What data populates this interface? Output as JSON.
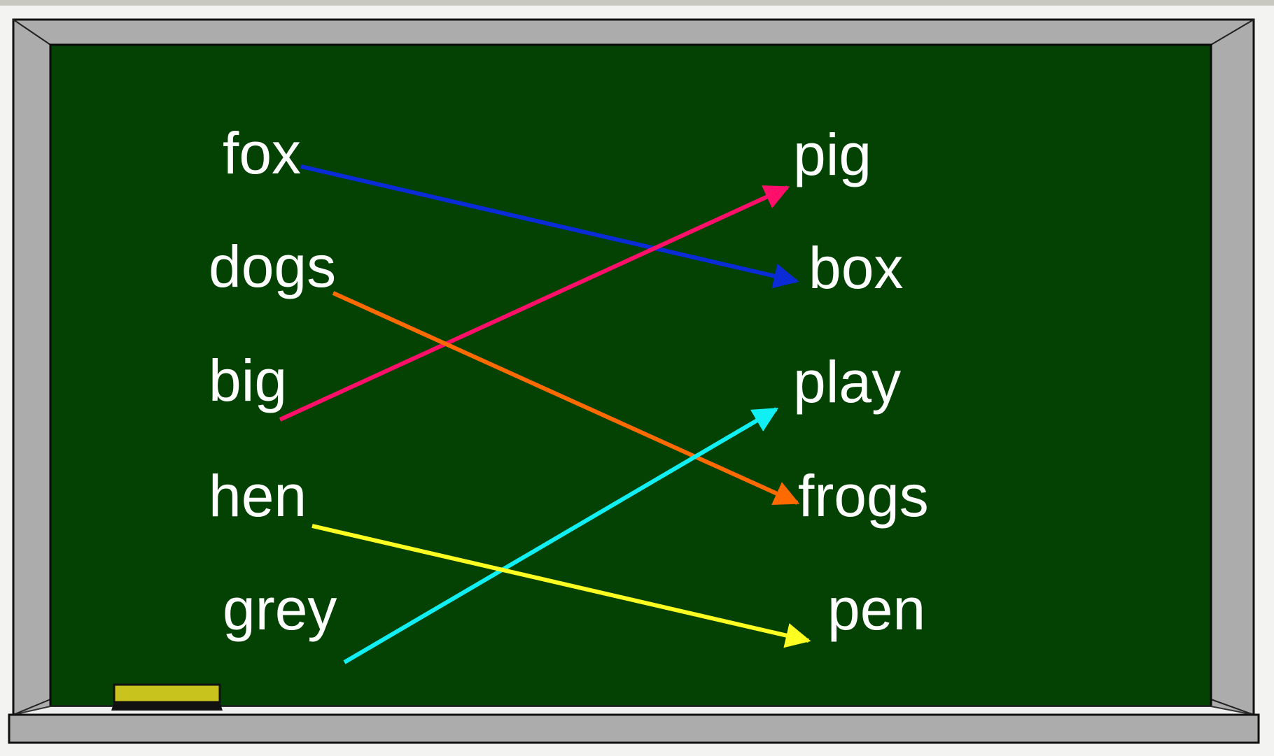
{
  "left_words": [
    {
      "id": "fox",
      "text": "fox"
    },
    {
      "id": "dogs",
      "text": "dogs"
    },
    {
      "id": "big",
      "text": "big"
    },
    {
      "id": "hen",
      "text": "hen"
    },
    {
      "id": "grey",
      "text": "grey"
    }
  ],
  "right_words": [
    {
      "id": "pig",
      "text": "pig"
    },
    {
      "id": "box",
      "text": "box"
    },
    {
      "id": "play",
      "text": "play"
    },
    {
      "id": "frogs",
      "text": "frogs"
    },
    {
      "id": "pen",
      "text": "pen"
    }
  ],
  "connections": [
    {
      "from": "fox",
      "to": "box",
      "color": "#0a2bd6"
    },
    {
      "from": "big",
      "to": "pig",
      "color": "#ff0f6a"
    },
    {
      "from": "dogs",
      "to": "frogs",
      "color": "#ff6a00"
    },
    {
      "from": "grey",
      "to": "play",
      "color": "#10f0f4"
    },
    {
      "from": "hen",
      "to": "pen",
      "color": "#ffff22"
    }
  ],
  "colors": {
    "board": "#034203",
    "frame": "#acacac",
    "eraser": "#c9c41d",
    "text": "#ffffff"
  }
}
